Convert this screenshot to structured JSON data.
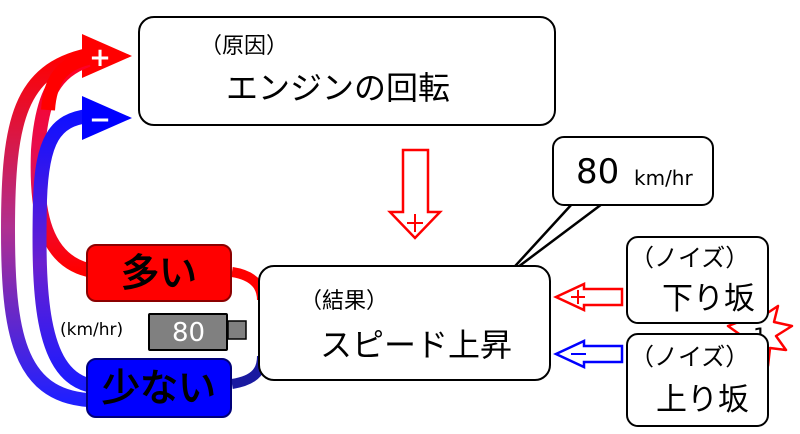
{
  "cause": {
    "label": "（原因）",
    "title": "エンジンの回転"
  },
  "result": {
    "label": "（結果）",
    "title": "スピード上昇"
  },
  "speech": {
    "value": "80",
    "unit": "km/hr"
  },
  "many": {
    "label": "多い"
  },
  "few": {
    "label": "少ない"
  },
  "gauge": {
    "unit": "(km/hr)",
    "value": "80"
  },
  "noise_down": {
    "label": "（ノイズ）",
    "title": "下り坂"
  },
  "noise_up": {
    "label": "（ノイズ）",
    "title": "上り坂"
  },
  "signs": {
    "plus": "+",
    "minus": "−"
  },
  "burst": {
    "number": "1"
  },
  "colors": {
    "red": "#ff0000",
    "blue": "#0000ff",
    "dark_blue": "#1a1aa0",
    "gray": "#808080"
  }
}
